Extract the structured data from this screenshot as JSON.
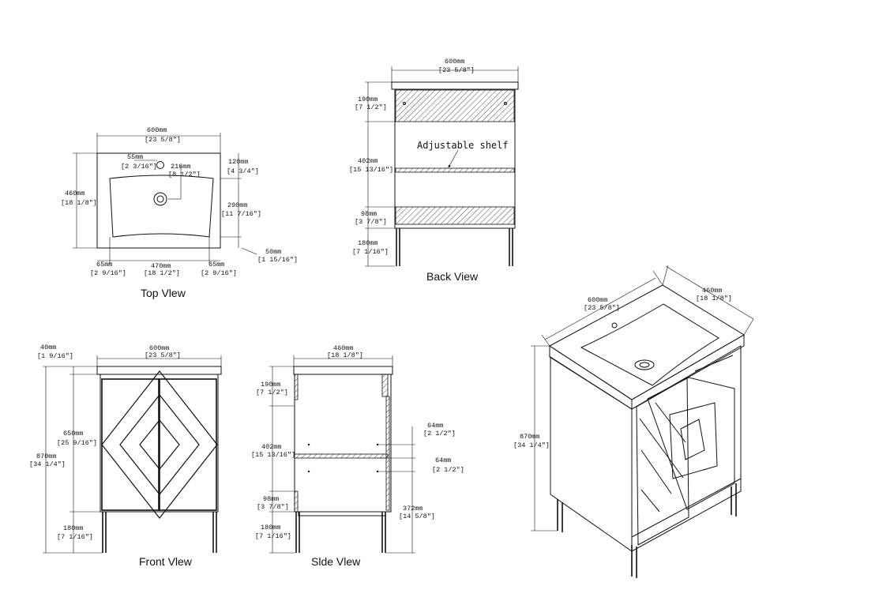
{
  "views": {
    "top": {
      "title": "Top Vlew",
      "width_mm": "600mm",
      "width_in": "[23 5/8\"]",
      "depth_mm": "460mm",
      "depth_in": "[18 1/8\"]",
      "hole_mm": "55mm",
      "hole_in": "[2 3/16\"]",
      "drain_mm": "216mm",
      "drain_in": "[8 1/2\"]",
      "back_mm": "120mm",
      "back_in": "[4 3/4\"]",
      "basin_d_mm": "290mm",
      "basin_d_in": "[11 7/16\"]",
      "front_mm": "50mm",
      "front_in": "[1 15/16\"]",
      "left_mm": "65mm",
      "left_in": "[2 9/16\"]",
      "basin_w_mm": "470mm",
      "basin_w_in": "[18 1/2\"]",
      "right_mm": "65mm",
      "right_in": "[2 9/16\"]"
    },
    "back": {
      "title": "Back View",
      "width_mm": "600mm",
      "width_in": "[23 5/8\"]",
      "top_mm": "190mm",
      "top_in": "[7 1/2\"]",
      "mid_mm": "402mm",
      "mid_in": "[15 13/16\"]",
      "bottom_mm": "98mm",
      "bottom_in": "[3 7/8\"]",
      "leg_mm": "180mm",
      "leg_in": "[7 1/16\"]",
      "shelf_label": "Adjustable shelf"
    },
    "front": {
      "title": "Front Vlew",
      "width_mm": "600mm",
      "width_in": "[23 5/8\"]",
      "top_mm": "40mm",
      "top_in": "[1 9/16\"]",
      "body_mm": "650mm",
      "body_in": "[25 9/16\"]",
      "total_mm": "870mm",
      "total_in": "[34 1/4\"]",
      "leg_mm": "180mm",
      "leg_in": "[7 1/16\"]"
    },
    "side": {
      "title": "Slde Vlew",
      "depth_mm": "460mm",
      "depth_in": "[18 1/8\"]",
      "top_mm": "190mm",
      "top_in": "[7 1/2\"]",
      "mid_mm": "402mm",
      "mid_in": "[15 13/16\"]",
      "bottom_mm": "98mm",
      "bottom_in": "[3 7/8\"]",
      "leg_mm": "180mm",
      "leg_in": "[7 1/16\"]",
      "peg1_mm": "64mm",
      "peg1_in": "[2 1/2\"]",
      "peg2_mm": "64mm",
      "peg2_in": "[2 1/2\"]",
      "shelf_h_mm": "372mm",
      "shelf_h_in": "[14 5/8\"]"
    },
    "iso": {
      "width_mm": "600mm",
      "width_in": "[23 5/8\"]",
      "depth_mm": "460mm",
      "depth_in": "[18 1/8\"]",
      "height_mm": "870mm",
      "height_in": "[34 1/4\"]"
    }
  }
}
